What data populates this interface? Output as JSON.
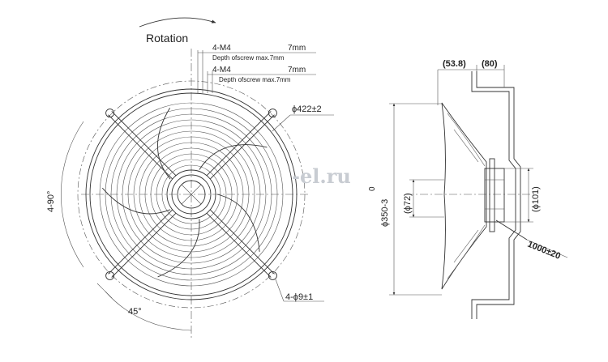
{
  "watermark": "-el.ru",
  "front_view": {
    "rotation_label": "Rotation",
    "screw_top": {
      "thread": "4-M4",
      "depth": "7mm",
      "note": "Depth ofscrew max.7mm"
    },
    "screw_bottom": {
      "thread": "4-M4",
      "depth": "7mm",
      "note": "Depth ofscrew max.7mm"
    },
    "guard_diameter": "ϕ422±2",
    "angle_label": "4-90°",
    "angle_45": "45°",
    "mount_holes": "4-ϕ9±1"
  },
  "side_view": {
    "depth_a": "(53.8)",
    "depth_b": "(80)",
    "outer_diameter_tol": "0",
    "outer_diameter": "ϕ350-3",
    "hub_diameter": "(ϕ72)",
    "motor_diameter": "(ϕ101)",
    "cable_length": "1000±20"
  },
  "colors": {
    "line": "#333333",
    "text": "#222222",
    "watermark": "#c8ccd2"
  }
}
